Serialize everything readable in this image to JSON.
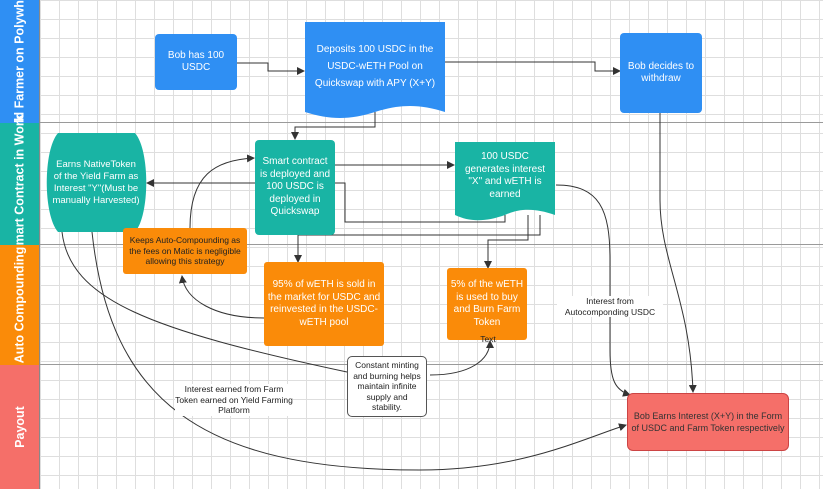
{
  "lanes": [
    {
      "label": "Yield Farmer on Polywhale",
      "color": "#2f8ff3"
    },
    {
      "label": "Smart Contract in Work",
      "color": "#19b4a4"
    },
    {
      "label": "Auto Compounding",
      "color": "#fa8b09"
    },
    {
      "label": "Payout",
      "color": "#f56f69"
    }
  ],
  "nodes": {
    "bob_has": "Bob has 100 USDC",
    "deposits": "Deposits 100 USDC in the USDC-wETH Pool on Quickswap with APY (X+Y)",
    "withdraw": "Bob decides to withdraw",
    "earns_native": "Earns NativeToken  of the Yield Farm as Interest \"Y\"(Must be manually Harvested)",
    "smart_contract": "Smart contract is deployed and 100 USDC is deployed in Quickswap",
    "generates": "100 USDC generates interest \"X\" and wETH is earned",
    "keeps_auto": "Keeps Auto-Compounding as the fees on Matic is negligible allowing this strategy",
    "sold_95": "95% of wETH is sold in the market for USDC and reinvested in the USDC-wETH pool",
    "buy_burn_5": "5% of the wETH is used to buy and Burn Farm Token",
    "text_tag": "Text",
    "constant_minting": "Constant minting and burning helps maintain infinite supply and stability.",
    "bob_earns": "Bob Earns Interest (X+Y) in the Form of USDC and  Farm Token respectively"
  },
  "labels": {
    "interest_auto": "Interest from Autocomponding USDC",
    "interest_farm": "Interest earned from Farm Token earned on Yield Farming Platform"
  }
}
